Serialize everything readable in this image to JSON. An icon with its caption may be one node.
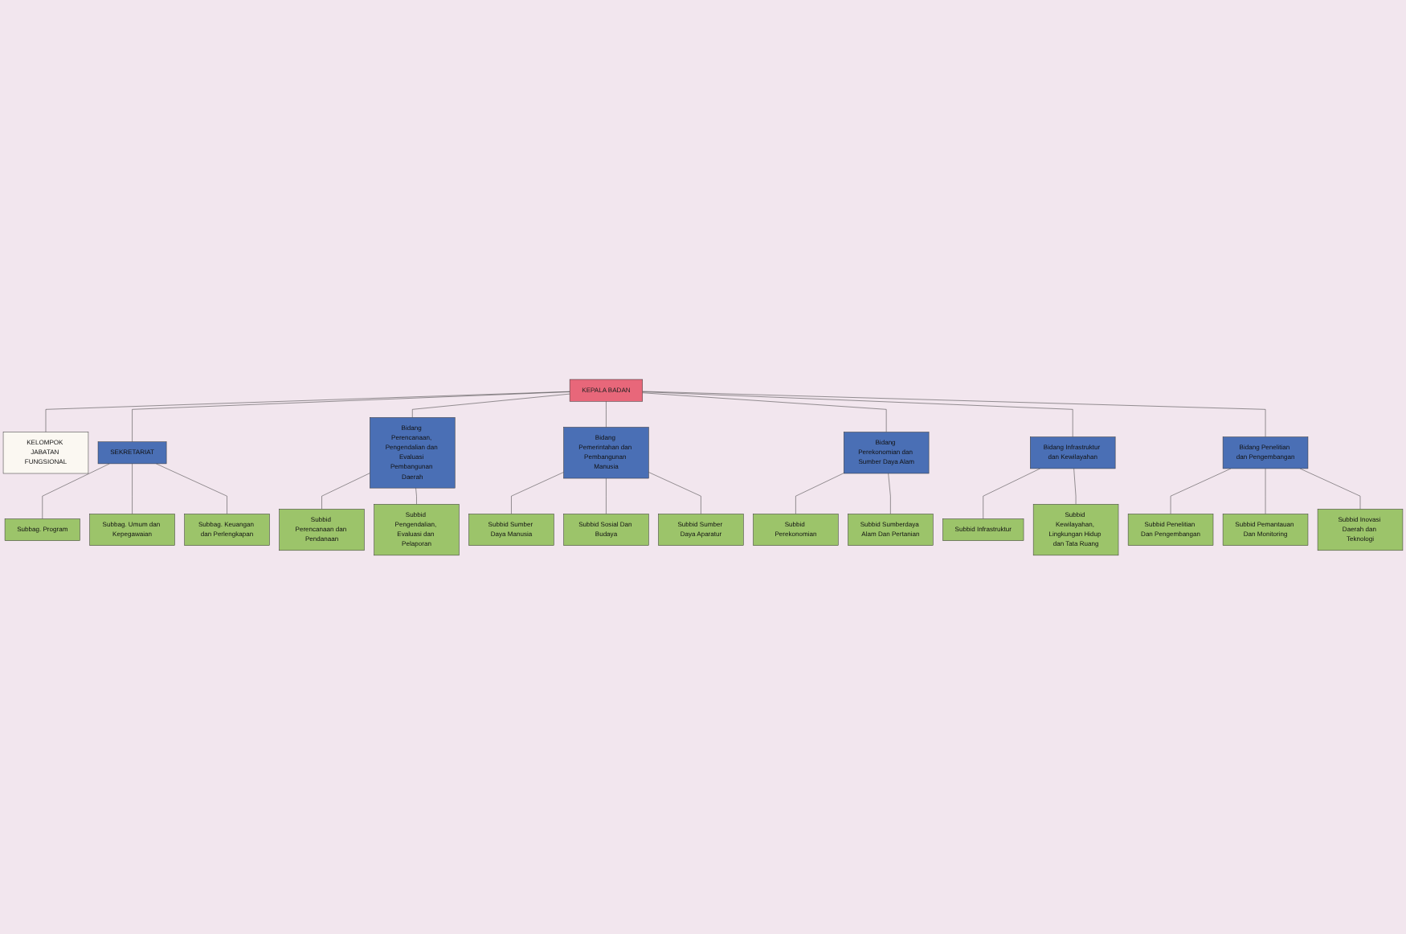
{
  "diagram": {
    "nodes": [
      {
        "text": [
          "KEPALA BADAN"
        ]
      },
      {
        "text": [
          "KELOMPOK JABATAN FUNGSIONAL"
        ]
      },
      {
        "text": [
          "SEKRETARIAT"
        ]
      },
      {
        "text": [
          "Subbag. Program"
        ]
      },
      {
        "text": [
          "Subbag. Umum dan Kepegawaian"
        ]
      },
      {
        "text": [
          "Subbag. Keuangan dan Perlengkapan"
        ]
      },
      {
        "text": [
          "Bidang Perencanaan, Pengendalian dan Evaluasi Pembangunan Daerah"
        ]
      },
      {
        "text": [
          "Subbid Perencanaan dan Pendanaan"
        ]
      },
      {
        "text": [
          "Subbid Pengendalian, Evaluasi dan Pelaporan"
        ]
      },
      {
        "text": [
          "Bidang Pemerintahan dan Pembangunan Manusia"
        ]
      },
      {
        "text": [
          "Subbid Sumber Daya Manusia"
        ]
      },
      {
        "text": [
          "Subbid Sosial Dan Budaya"
        ]
      },
      {
        "text": [
          "Subbid Sumber Daya Aparatur"
        ]
      },
      {
        "text": [
          "Bidang Perekonomian dan Sumber Daya Alam"
        ]
      },
      {
        "text": [
          "Subbid Perekonomian"
        ]
      },
      {
        "text": [
          "Subbid Sumberdaya Alam Dan Pertanian"
        ]
      },
      {
        "text": [
          "Bidang Infrastruktur dan Kewilayahan"
        ]
      },
      {
        "text": [
          "Subbid Infrastruktur"
        ]
      },
      {
        "text": [
          "Subbid Kewilayahan, Lingkungan Hidup dan Tata Ruang"
        ]
      },
      {
        "text": [
          "Bidang Penelitian dan Pengembangan"
        ]
      },
      {
        "text": [
          "Subbid Penelitian Dan Pengembangan"
        ]
      },
      {
        "text": [
          "Subbid Pemantauan Dan Monitoring"
        ]
      },
      {
        "text": [
          "Subbid Inovasi Daerah dan Teknologi"
        ]
      }
    ],
    "edges": [
      {
        "from": 0,
        "to": 1,
        "arrow": "none"
      },
      {
        "from": 0,
        "to": 2,
        "arrow": "none"
      },
      {
        "from": 2,
        "to": 3,
        "arrow": "none"
      },
      {
        "from": 2,
        "to": 4,
        "arrow": "none"
      },
      {
        "from": 2,
        "to": 5,
        "arrow": "none"
      },
      {
        "from": 0,
        "to": 6,
        "arrow": "none"
      },
      {
        "from": 6,
        "to": 7,
        "arrow": "none"
      },
      {
        "from": 6,
        "to": 8,
        "arrow": "none"
      },
      {
        "from": 0,
        "to": 9,
        "arrow": "none"
      },
      {
        "from": 9,
        "to": 10,
        "arrow": "none"
      },
      {
        "from": 9,
        "to": 11,
        "arrow": "none"
      },
      {
        "from": 9,
        "to": 12,
        "arrow": "none"
      },
      {
        "from": 0,
        "to": 13,
        "arrow": "none"
      },
      {
        "from": 13,
        "to": 14,
        "arrow": "none"
      },
      {
        "from": 13,
        "to": 15,
        "arrow": "none"
      },
      {
        "from": 0,
        "to": 16,
        "arrow": "none"
      },
      {
        "from": 16,
        "to": 17,
        "arrow": "none"
      },
      {
        "from": 16,
        "to": 18,
        "arrow": "none"
      },
      {
        "from": 0,
        "to": 19,
        "arrow": "none"
      },
      {
        "from": 19,
        "to": 20,
        "arrow": "none"
      },
      {
        "from": 19,
        "to": 21,
        "arrow": "none"
      },
      {
        "from": 19,
        "to": 22,
        "arrow": "none"
      }
    ]
  }
}
